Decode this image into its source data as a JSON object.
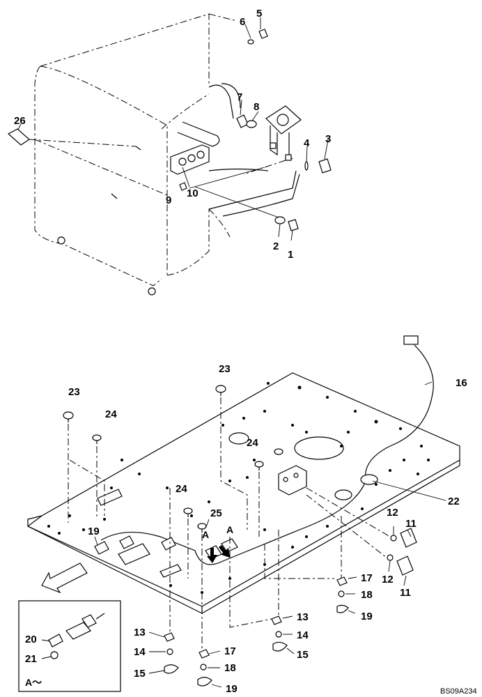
{
  "diagram_code": "BS09A234",
  "inset_label": "A～",
  "view_marks": [
    "A",
    "A"
  ],
  "callouts_upper": [
    "1",
    "2",
    "3",
    "4",
    "5",
    "6",
    "7",
    "8",
    "9",
    "10",
    "26"
  ],
  "callouts_lower": [
    "11",
    "11",
    "12",
    "12",
    "13",
    "13",
    "14",
    "14",
    "15",
    "15",
    "16",
    "17",
    "17",
    "18",
    "18",
    "19",
    "19",
    "19",
    "22",
    "23",
    "23",
    "24",
    "24",
    "24",
    "25"
  ],
  "callouts_inset": [
    "20",
    "21"
  ]
}
